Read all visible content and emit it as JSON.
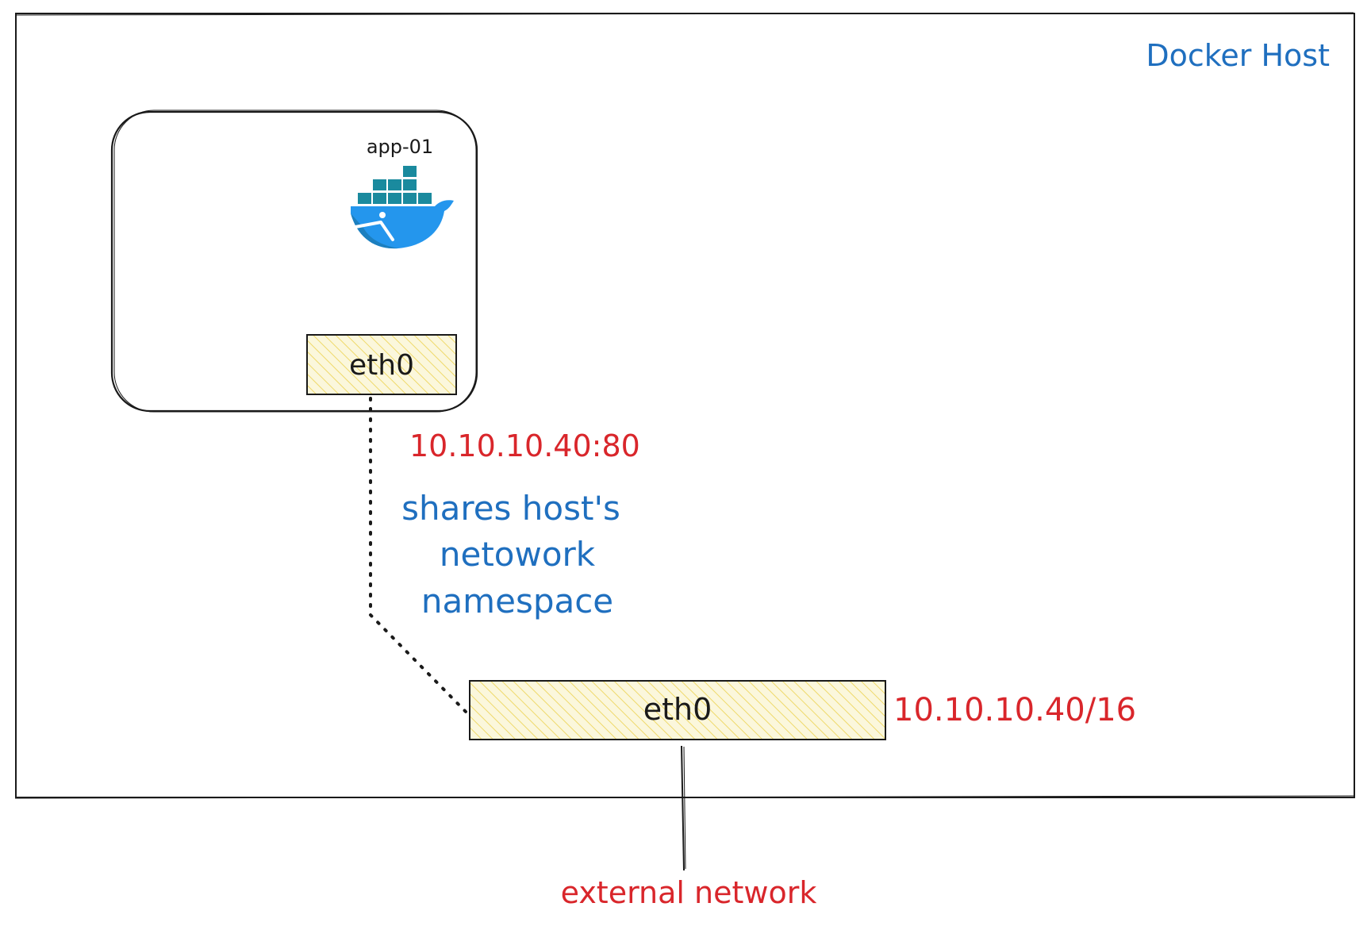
{
  "host": {
    "label": "Docker Host"
  },
  "container": {
    "name": "app-01",
    "icon": "docker-whale-icon",
    "interface": "eth0"
  },
  "container_address": "10.10.10.40:80",
  "note_lines": [
    "shares host's",
    "netowork",
    "namespace"
  ],
  "host_interface": {
    "label": "eth0",
    "address": "10.10.10.40/16"
  },
  "external": {
    "label": "external network"
  },
  "colors": {
    "red": "#d9262b",
    "blue": "#1f6fbf",
    "hatch": "#f2e27a",
    "hatch_bg": "#fbf7dc",
    "docker_blue": "#2496ed",
    "docker_dark": "#1c7fbf",
    "docker_teal": "#1a8a9e"
  }
}
